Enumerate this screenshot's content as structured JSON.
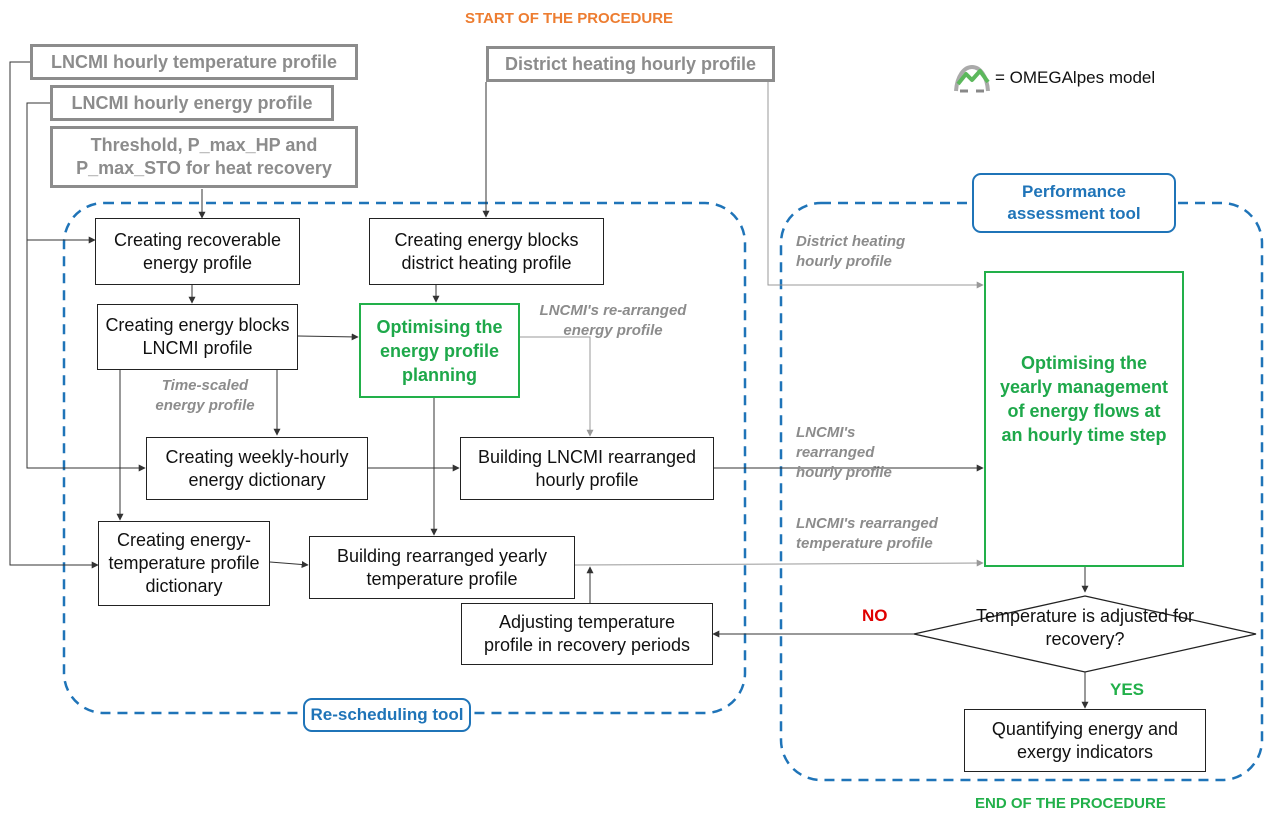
{
  "header": {
    "start": "START OF THE PROCEDURE",
    "end": "END OF THE PROCEDURE"
  },
  "legend": {
    "text": "= OMEGAlpes model",
    "icon": "omegalpes-logo"
  },
  "inputs": {
    "lncmi_temperature": "LNCMI hourly temperature profile",
    "lncmi_energy": "LNCMI hourly energy profile",
    "threshold": "Threshold, P_max_HP and P_max_STO for heat recovery",
    "district_heating": "District heating hourly profile"
  },
  "tools": {
    "rescheduling": "Re-scheduling tool",
    "performance": "Performance assessment tool"
  },
  "steps": {
    "recoverable": "Creating recoverable energy profile",
    "dh_blocks": "Creating energy blocks district heating profile",
    "lncmi_blocks": "Creating energy blocks LNCMI profile",
    "optimising_planning": "Optimising the energy profile planning",
    "weekly_dict": "Creating weekly-hourly energy dictionary",
    "building_lncmi": "Building LNCMI rearranged hourly profile",
    "energy_temp_dict": "Creating energy-temperature profile dictionary",
    "yearly_temp": "Building rearranged yearly temperature profile",
    "adjusting": "Adjusting temperature profile in recovery periods",
    "optimising_yearly": "Optimising the yearly management of energy flows at an hourly time step",
    "decision": "Temperature is adjusted for recovery?",
    "quantifying": "Quantifying energy and exergy indicators"
  },
  "labels": {
    "rearranged_energy": "LNCMI's re-arranged energy profile",
    "time_scaled": "Time-scaled energy profile",
    "dh_hourly": "District heating hourly profile",
    "rearranged_hourly": "LNCMI's rearranged hourly profile",
    "rearranged_temperature": "LNCMI's rearranged temperature profile",
    "no": "NO",
    "yes": "YES"
  },
  "colors": {
    "input_gray": "#8c8c8c",
    "optimisation_green": "#22b04a",
    "tool_blue": "#1f74b8",
    "start_orange": "#ed7d31",
    "no_red": "#e00000"
  }
}
